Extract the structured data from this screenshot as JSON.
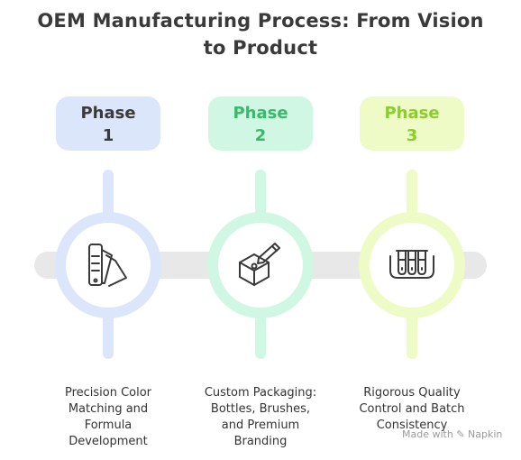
{
  "title": {
    "line1": "OEM Manufacturing Process: From Vision",
    "line2": "to Product"
  },
  "phases": [
    {
      "label_line1": "Phase",
      "label_line2": "1",
      "desc_lines": [
        "Precision Color",
        "Matching and",
        "Formula",
        "Development"
      ],
      "icon": "color-swatch-icon",
      "bg": "#dce6fb",
      "text_color": "#3a3a3a"
    },
    {
      "label_line1": "Phase",
      "label_line2": "2",
      "desc_lines": [
        "Custom Packaging:",
        "Bottles, Brushes,",
        "and Premium",
        "Branding"
      ],
      "icon": "package-design-icon",
      "bg": "#cff7e4",
      "text_color": "#3bb86a"
    },
    {
      "label_line1": "Phase",
      "label_line2": "3",
      "desc_lines": [
        "Rigorous Quality",
        "Control and Batch",
        "Consistency"
      ],
      "icon": "test-tubes-icon",
      "bg": "#eefbc6",
      "text_color": "#8ccc2e"
    }
  ],
  "watermark": "Made with ✎ Napkin",
  "colors": {
    "track": "#e8e8e8",
    "icon_stroke": "#3a3a3a"
  }
}
